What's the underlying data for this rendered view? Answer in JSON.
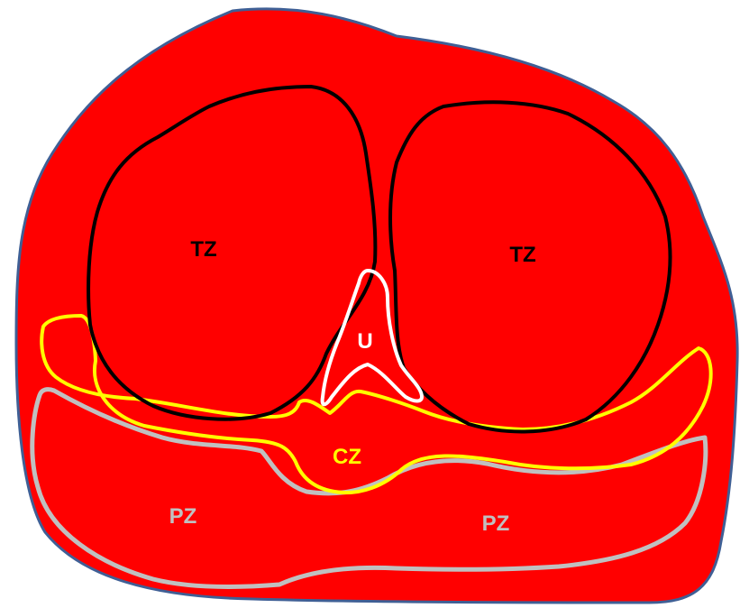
{
  "diagram": {
    "labels": {
      "tz_left": "TZ",
      "tz_right": "TZ",
      "urethra": "U",
      "cz": "CZ",
      "pz_left": "PZ",
      "pz_right": "PZ"
    },
    "colors": {
      "gland_fill": "#ff0000",
      "gland_outline": "#3f5f95",
      "tz_outline": "#000000",
      "tz_label": "#000000",
      "urethra_outline": "#ffffff",
      "urethra_label": "#ffffff",
      "cz_outline": "#ffff00",
      "cz_label": "#ffff00",
      "pz_outline": "#c0c0c0",
      "pz_label": "#c0c0c0"
    }
  }
}
